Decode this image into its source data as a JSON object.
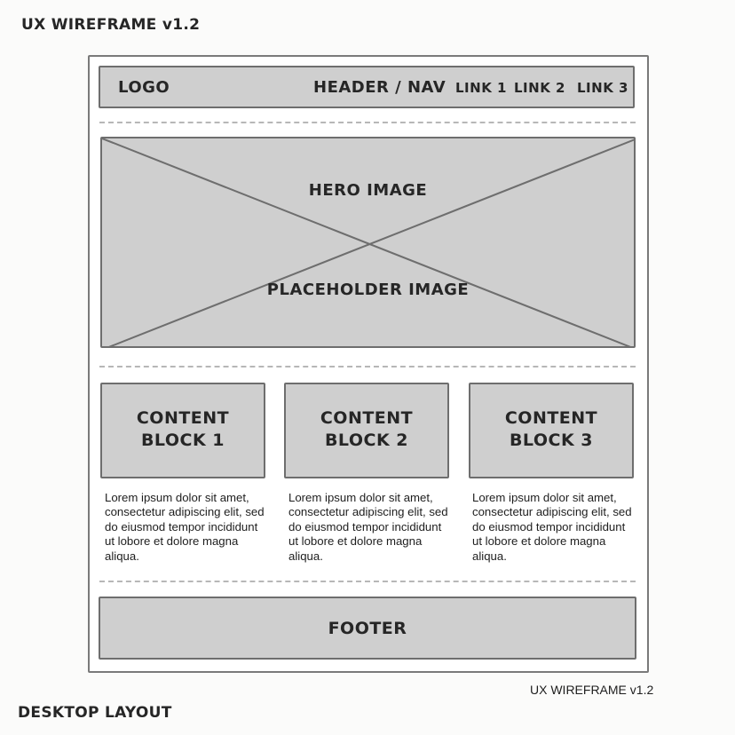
{
  "title": "UX WIREFRAME v1.2",
  "layout_label": "DESKTOP LAYOUT",
  "version_label": "UX WIREFRAME v1.2",
  "header": {
    "logo": "LOGO",
    "nav_label": "HEADER / NAV",
    "links": [
      "LINK 1",
      "LINK 2",
      "LINK 3"
    ]
  },
  "hero": {
    "title": "HERO IMAGE",
    "subtitle": "PLACEHOLDER IMAGE"
  },
  "blocks": [
    {
      "title_line1": "CONTENT",
      "title_line2": "BLOCK 1",
      "text": "Lorem ipsum dolor sit amet, consectetur adipiscing elit, sed do eiusmod tempor incididunt ut lobore et dolore magna aliqua."
    },
    {
      "title_line1": "CONTENT",
      "title_line2": "BLOCK 2",
      "text": "Lorem ipsum dolor sit amet, consectetur adipiscing elit, sed do eiusmod tempor incididunt ut lobore et dolore magna aliqua."
    },
    {
      "title_line1": "CONTENT",
      "title_line2": "BLOCK 3",
      "text": "Lorem ipsum dolor sit amet, consectetur adipiscing elit, sed do eiusmod tempor incididunt ut lobore et dolore magna aliqua."
    }
  ],
  "footer": {
    "label": "FOOTER"
  },
  "colors": {
    "placeholder_fill": "#cfcfcf",
    "outline": "#6e6e6e",
    "divider": "#b7b7b7"
  }
}
